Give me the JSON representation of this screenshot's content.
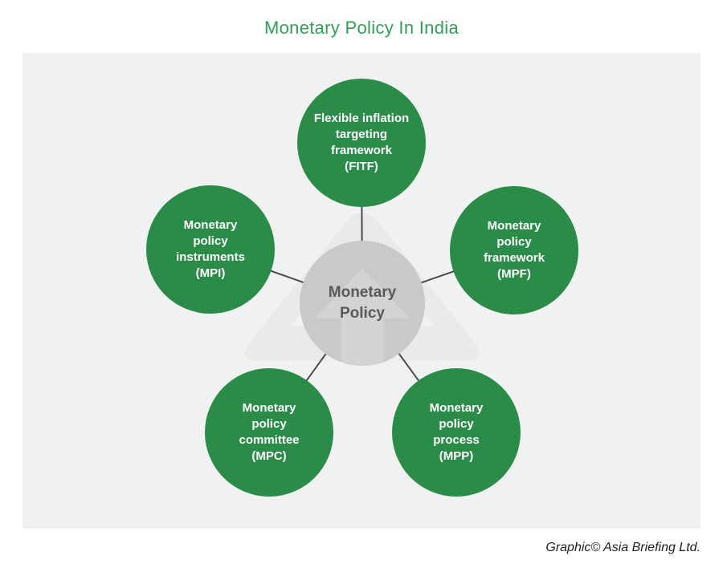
{
  "title": "Monetary Policy In India",
  "credit": "Graphic© Asia Briefing Ltd.",
  "colors": {
    "node_green": "#2b8c49",
    "title_green": "#2f9e56",
    "panel_gray": "#f0f1f1",
    "watermark_gray": "#e9eaeb",
    "center_circle_gray": "#c9c9cb",
    "center_text_gray": "#58595b",
    "connector_gray": "#4a4b4c",
    "credit_black": "#232021"
  },
  "diagram": {
    "center": {
      "id": "monetary-policy",
      "label": "Monetary\nPolicy"
    },
    "nodes": [
      {
        "id": "fitf",
        "label": "Flexible inflation\ntargeting\nframework\n(FITF)"
      },
      {
        "id": "mpi",
        "label": "Monetary\npolicy\ninstruments\n(MPI)"
      },
      {
        "id": "mpf",
        "label": "Monetary\npolicy\nframework\n(MPF)"
      },
      {
        "id": "mpc",
        "label": "Monetary\npolicy\ncommittee\n(MPC)"
      },
      {
        "id": "mpp",
        "label": "Monetary\npolicy\nprocess\n(MPP)"
      }
    ]
  }
}
